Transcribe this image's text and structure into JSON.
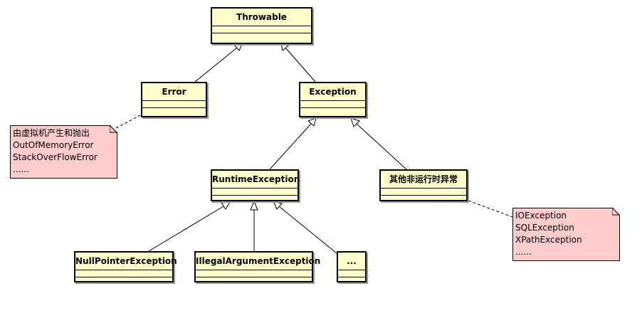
{
  "classes": {
    "throwable": "Throwable",
    "error": "Error",
    "exception": "Exception",
    "runtime_exception": "RuntimeException",
    "other_checked": "其他非运行时异常",
    "null_pointer": "NullPointerException",
    "illegal_argument": "IllegalArgumentException",
    "ellipsis": "..."
  },
  "notes": {
    "error_note": [
      "由虚拟机产生和抛出",
      "OutOfMemoryError",
      "StackOverFlowError",
      "......"
    ],
    "checked_note": [
      "IOException",
      "SQLException",
      "XPathException",
      "......"
    ]
  },
  "colors": {
    "class_fill": "#ffffcc",
    "note_fill": "#ffcccc",
    "line": "#000000"
  }
}
